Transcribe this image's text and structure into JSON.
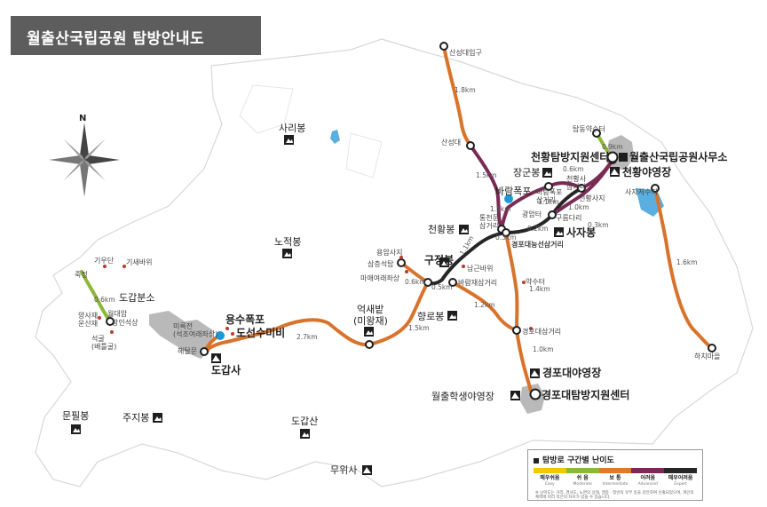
{
  "title": "월출산국립공원 탐방안내도",
  "compass": "N",
  "peaks": {
    "saribong": "사리봉",
    "nojeokbong": "노적봉",
    "cheonhwangbong": "천황봉",
    "gujeongbong": "구정봉",
    "janggunbong": "장군봉",
    "sajabong": "사자봉",
    "hyangrobong": "향로봉",
    "okssaebat": "억새밭",
    "miwangjae": "(미왕재)",
    "munpilbong": "문필봉",
    "jujibong": "주지봉",
    "dogapsan": "도갑산"
  },
  "facilities": {
    "cheonhwang_center": "천황탐방지원센터",
    "park_office": "월출산국립공원사무소",
    "cheonhwang_camp": "천황야영장",
    "gyeongpo_camp": "경포대야영장",
    "gyeongpo_center": "경포대탐방지원센터",
    "student_camp": "월출학생야영장",
    "dogapsa": "도갑사",
    "yongsu_falls": "용수폭포",
    "doseon_stele": "도선수미비",
    "muwisa": "무위사",
    "dogap_area": "도갑분소",
    "sajajeosuji": "사자저수지",
    "hachimaeul": "하치마을",
    "sanseong_gate": "산성대입구",
    "tapdong_spring": "탑동약수터"
  },
  "places": {
    "sanseongdae": "산성대",
    "baram_falls": "바람폭포",
    "baram_falls_junction": "바람폭포\n삼거리",
    "cheonhwangsa_junction": "천황사\n삼거리",
    "cheonhwangsaji": "천황사지",
    "gwangamteo": "광암터",
    "tongcheonmun_junction": "통천문\n삼거리",
    "gureumdari": "구름다리",
    "gyeongpodae_ridge": "경포대능선삼거리",
    "namgeunbawi": "남근바위",
    "baramjae_junction": "바람재삼거리",
    "yongamsaji": "용암사지",
    "samcheongseoktap": "삼층석탑",
    "maaeyeorae": "마애여래좌상",
    "yaksuteo": "약수터",
    "gyeongpodae_junction": "경포대삼거리",
    "gidan": "기우단",
    "gisaebawi": "기새바위",
    "juksu": "죽정",
    "yangsajae": "양사재\n운산재",
    "woldaeam": "월대암",
    "wanginseoksang": "왕인석상",
    "sukgul": "석굴\n(배틀굴)",
    "mireukjeon": "미륵전\n(석조여래좌상)",
    "haetalmun": "해탈문"
  },
  "distances": [
    "1.8km",
    "1.5km",
    "0.9km",
    "0.6km",
    "0.3km",
    "1.1km",
    "1.0km",
    "1.1km",
    "0.2km",
    "0.3km",
    "1.1km",
    "0.6km",
    "0.5km",
    "1.2km",
    "1.4km",
    "1.0km",
    "1.5km",
    "2.7km",
    "1.6km",
    "0.6km"
  ],
  "legend": {
    "title": "탐방로 구간별 난이도",
    "levels": [
      {
        "ko": "매우쉬움",
        "en": "Easy",
        "color": "#f2c900"
      },
      {
        "ko": "쉬 움",
        "en": "Moderate",
        "color": "#8cb83a"
      },
      {
        "ko": "보 통",
        "en": "Intermediate",
        "color": "#e0792a"
      },
      {
        "ko": "어려움",
        "en": "Advanced",
        "color": "#7b2a55"
      },
      {
        "ko": "매우어려움",
        "en": "Expert",
        "color": "#262626"
      }
    ],
    "note": "※ 난이도는 거리, 경사도, 노면의 상태, 맹중 · 정반의 유무 등을 감안하여 산출되었으며, 개인의 체력에 따라 적은의 차이가 있을 수 있습니다."
  }
}
